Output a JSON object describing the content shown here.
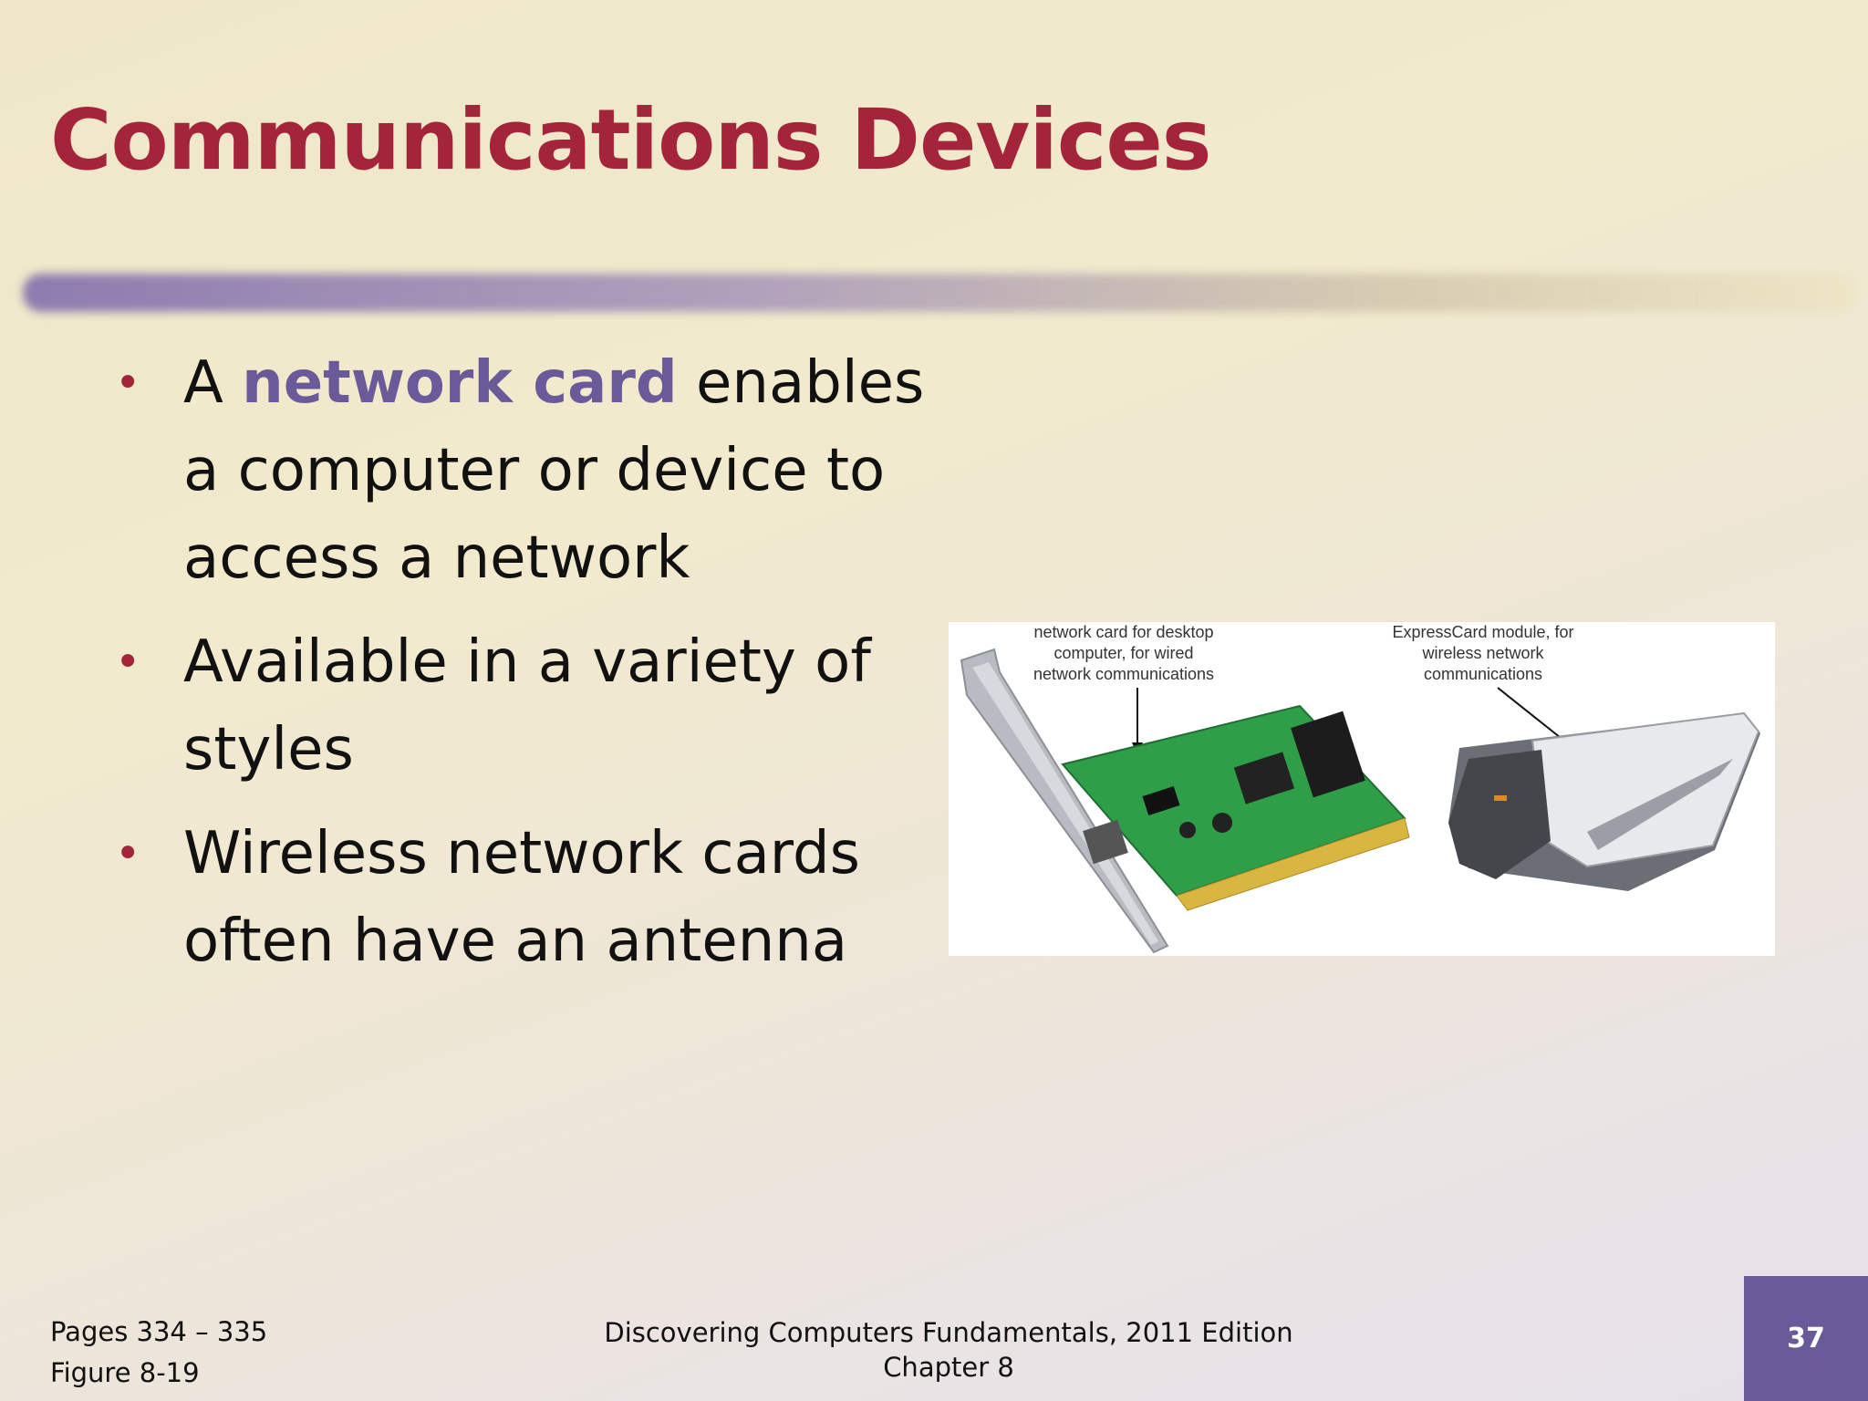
{
  "slide": {
    "title": "Communications Devices",
    "bullets": [
      {
        "pre": "A ",
        "term": "network card",
        "post": " enables a computer or device to access a network"
      },
      {
        "text": "Available in a variety of styles"
      },
      {
        "text": "Wireless network cards often have an antenna"
      }
    ],
    "figure": {
      "label_wired": "network card for desktop computer, for wired network communications",
      "label_wireless": "ExpressCard module, for wireless network communications"
    },
    "footer": {
      "pages": "Pages 334 – 335",
      "figure_ref": "Figure 8-19",
      "book_title": "Discovering Computers Fundamentals, 2011 Edition",
      "chapter": "Chapter 8",
      "page_number": "37"
    }
  },
  "colors": {
    "title": "#a4243b",
    "accent": "#6a5a9a",
    "page_box": "#6a5a9a"
  }
}
